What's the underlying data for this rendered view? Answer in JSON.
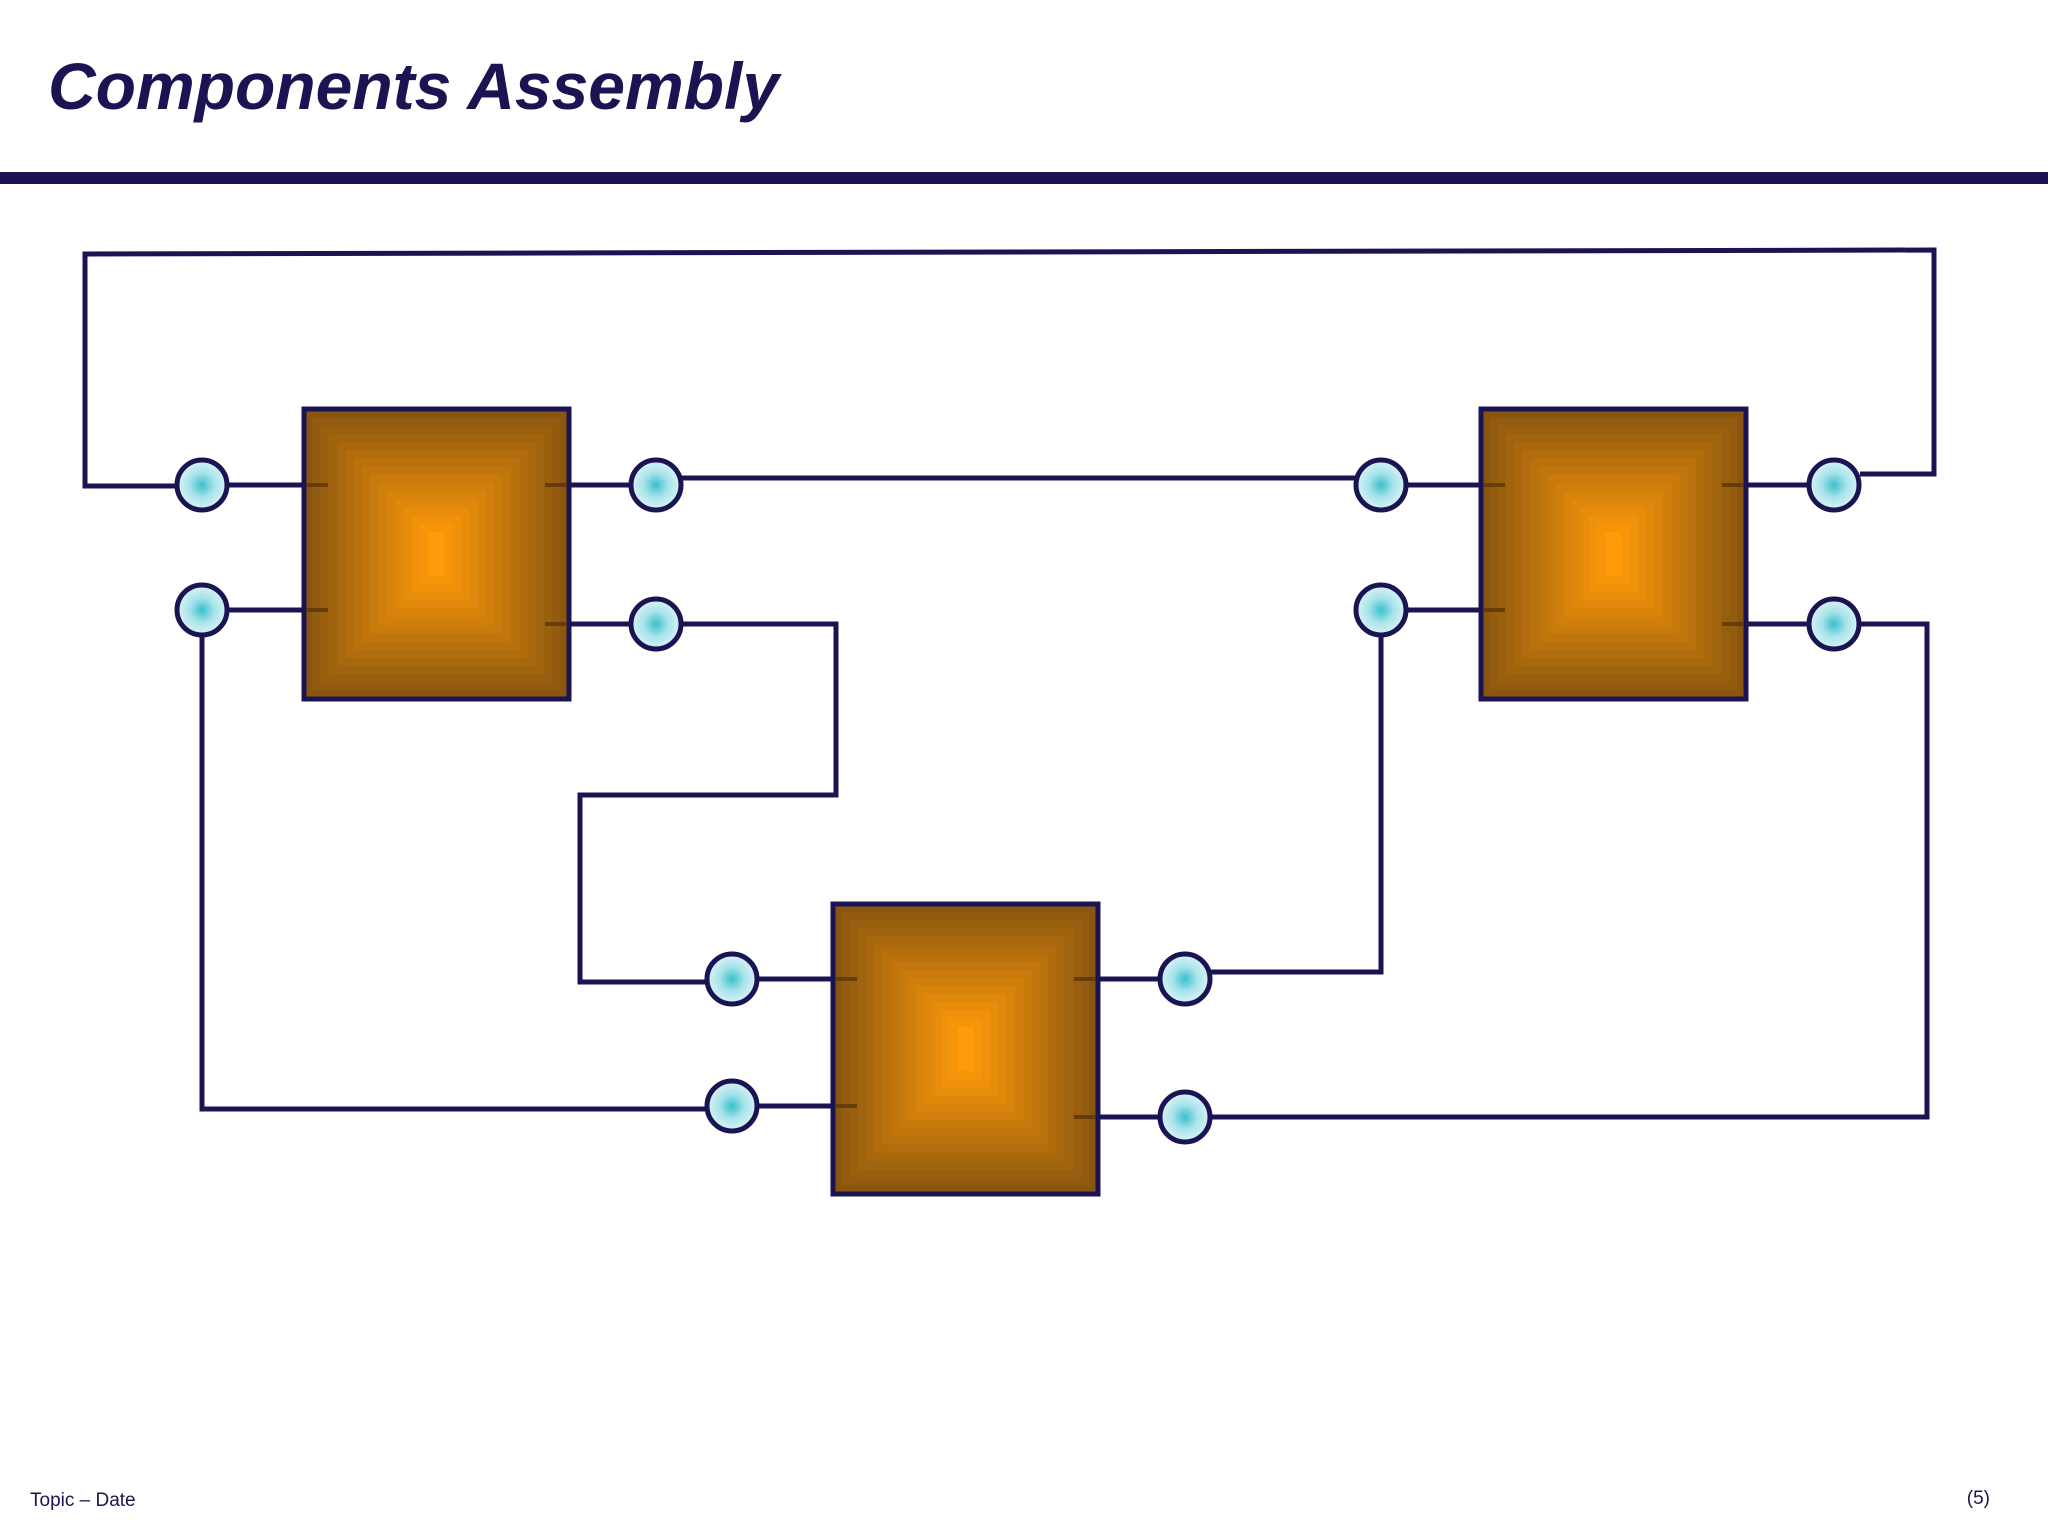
{
  "slide": {
    "title": "Components Assembly",
    "footer_left": "Topic – Date",
    "page_number": "(5)"
  },
  "colors": {
    "navy": "#1a1452",
    "box_dark": "#8a560f",
    "box_light": "#ff9a0a",
    "port_light": "#e4f7f9",
    "port_mid": "#39c0cc"
  },
  "diagram": {
    "components": [
      "component-left",
      "component-right",
      "component-bottom"
    ],
    "ports_per_component": 4
  }
}
